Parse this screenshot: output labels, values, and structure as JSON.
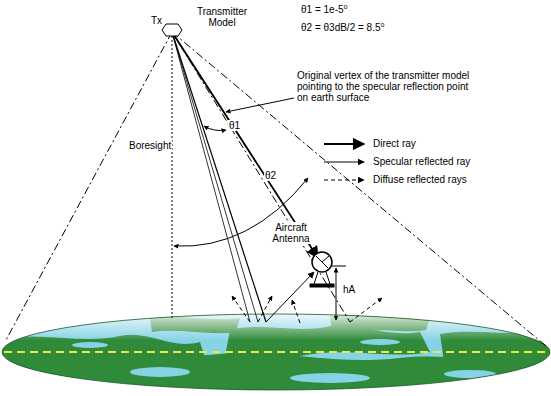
{
  "diagram": {
    "labels": [
      "Tx",
      "Transmitter Model",
      "θ1 = 1e-5⁰",
      "θ2 = θ3dB/2 = 8.5⁰",
      "Original vertex of the transmitter model pointing to the specular reflection point on earth surface",
      "Boresight",
      "θ1",
      "θ2",
      "Aircraft Antenna",
      "hA"
    ],
    "legend": [
      {
        "text": "Direct ray"
      },
      {
        "text": "Specular reflected ray"
      },
      {
        "text": "Diffuse reflected rays"
      }
    ]
  }
}
